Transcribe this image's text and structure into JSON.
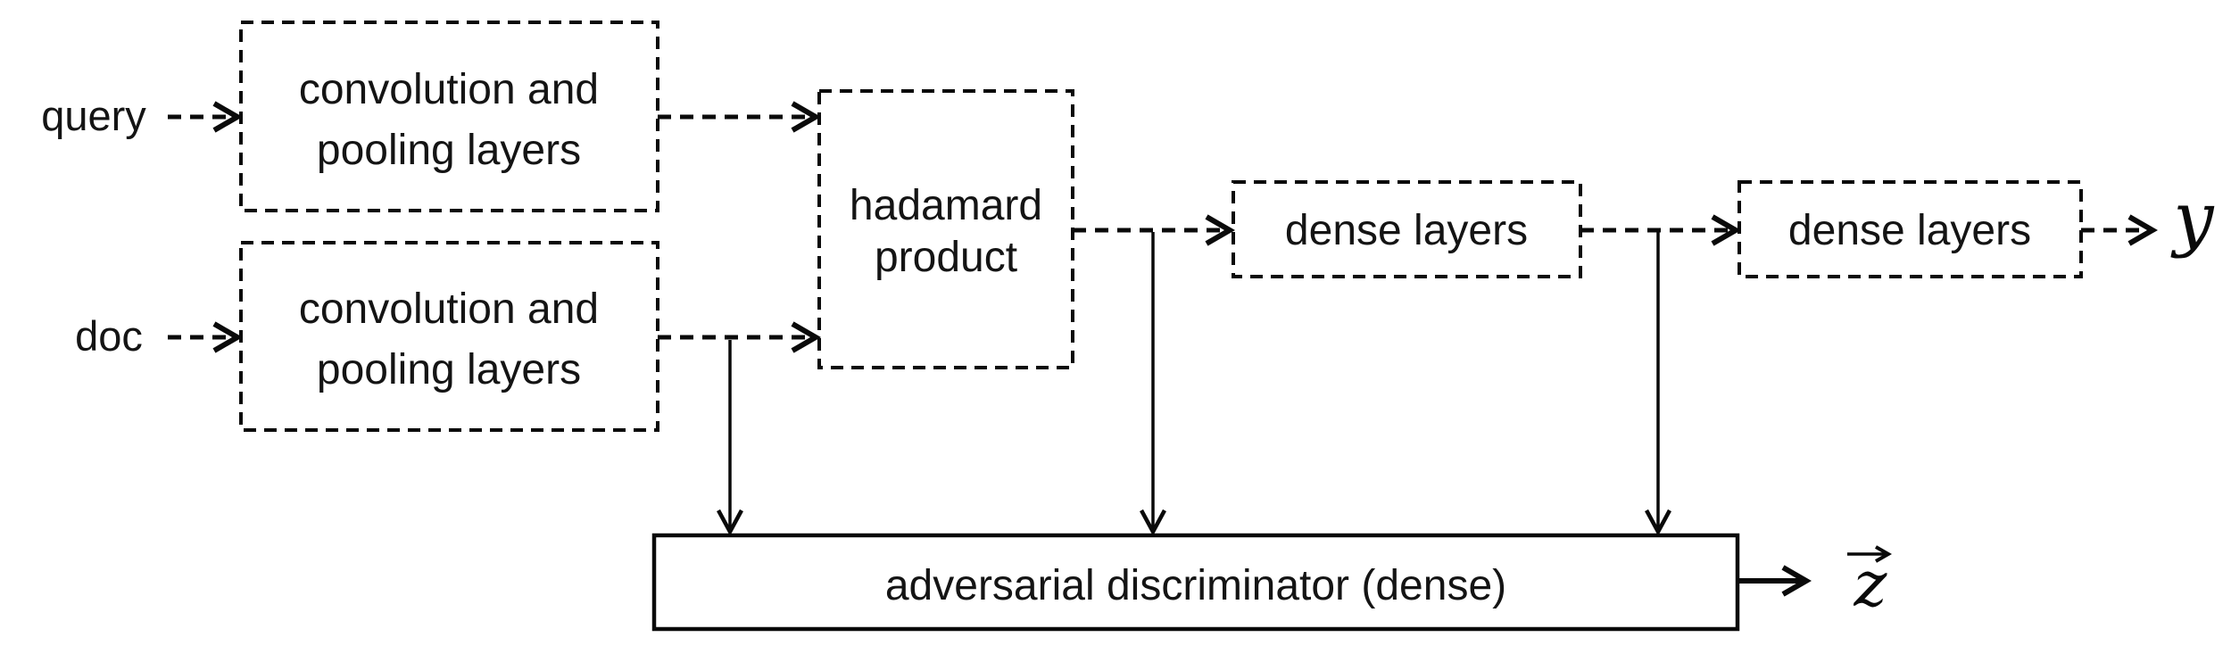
{
  "diagram_type": "neural-network-architecture",
  "colors": {
    "background": "#ffffff",
    "stroke": "#0a0a0a",
    "text": "#141414"
  },
  "inputs": {
    "query_label": "query",
    "doc_label": "doc"
  },
  "nodes": {
    "conv_query": {
      "line1": "convolution and",
      "line2": "pooling layers",
      "border": "dashed"
    },
    "conv_doc": {
      "line1": "convolution and",
      "line2": "pooling layers",
      "border": "dashed"
    },
    "hadamard": {
      "line1": "hadamard",
      "line2": "product",
      "border": "dashed"
    },
    "dense_1": {
      "label": "dense layers",
      "border": "dashed"
    },
    "dense_2": {
      "label": "dense layers",
      "border": "dashed"
    },
    "discriminator": {
      "label": "adversarial discriminator (dense)",
      "border": "solid"
    }
  },
  "outputs": {
    "y_label": "y",
    "z_label": "z",
    "z_has_vector_arrow": true
  },
  "edges": [
    {
      "from": "query",
      "to": "conv_query",
      "style": "dashed-arrow"
    },
    {
      "from": "doc",
      "to": "conv_doc",
      "style": "dashed-arrow"
    },
    {
      "from": "conv_query",
      "to": "hadamard",
      "style": "dashed-arrow"
    },
    {
      "from": "conv_doc",
      "to": "hadamard",
      "style": "dashed-arrow"
    },
    {
      "from": "edge conv_doc→hadamard",
      "to": "discriminator",
      "style": "solid-arrow"
    },
    {
      "from": "hadamard",
      "to": "dense_1",
      "style": "dashed-arrow"
    },
    {
      "from": "edge hadamard→dense_1",
      "to": "discriminator",
      "style": "solid-arrow"
    },
    {
      "from": "dense_1",
      "to": "dense_2",
      "style": "dashed-arrow"
    },
    {
      "from": "edge dense_1→dense_2",
      "to": "discriminator",
      "style": "solid-arrow"
    },
    {
      "from": "dense_2",
      "to": "y",
      "style": "dashed-arrow"
    },
    {
      "from": "discriminator",
      "to": "z",
      "style": "solid-arrow"
    }
  ]
}
